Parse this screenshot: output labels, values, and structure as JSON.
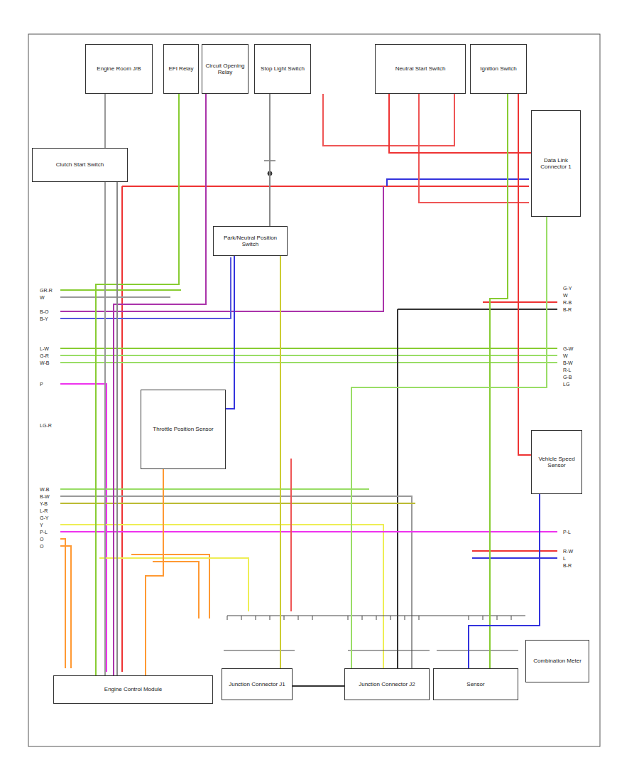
{
  "diagram": {
    "nodes": [
      {
        "text": [
          "Engine Room J/B"
        ]
      },
      {
        "text": [
          "EFI Relay"
        ]
      },
      {
        "text": [
          "Circuit Opening Relay"
        ]
      },
      {
        "text": [
          "Stop Light Switch"
        ]
      },
      {
        "text": [
          "Neutral Start Switch"
        ]
      },
      {
        "text": [
          "Ignition Switch"
        ]
      },
      {
        "text": [
          "Data Link Connector 1"
        ]
      },
      {
        "text": [
          "Clutch Start Switch"
        ]
      },
      {
        "text": [
          "Park/Neutral Position Switch"
        ]
      },
      {
        "text": [
          "Throttle Position Sensor"
        ]
      },
      {
        "text": [
          "Vehicle Speed Sensor"
        ]
      },
      {
        "text": [
          "Engine Control Module"
        ]
      },
      {
        "text": [
          "Junction Connector J1"
        ]
      },
      {
        "text": [
          "Junction Connector J2"
        ]
      },
      {
        "text": [
          "Sensor"
        ]
      },
      {
        "text": [
          "Combination Meter"
        ]
      }
    ],
    "edges": [
      {
        "from": 0,
        "to": 11,
        "arrow": "none"
      },
      {
        "from": 1,
        "to": 11,
        "arrow": "none"
      },
      {
        "from": 2,
        "to": 11,
        "arrow": "none"
      },
      {
        "from": 3,
        "to": 8,
        "arrow": "none"
      },
      {
        "from": 8,
        "to": 12,
        "arrow": "none"
      },
      {
        "from": 8,
        "to": 9,
        "arrow": "none"
      },
      {
        "from": 4,
        "to": 6,
        "arrow": "none"
      },
      {
        "from": 5,
        "to": 14,
        "arrow": "none"
      },
      {
        "from": 5,
        "to": 10,
        "arrow": "none"
      },
      {
        "from": 10,
        "to": 14,
        "arrow": "none"
      },
      {
        "from": 7,
        "to": 11,
        "arrow": "none"
      },
      {
        "from": 9,
        "to": 11,
        "arrow": "none"
      },
      {
        "from": 12,
        "to": 13,
        "arrow": "none"
      },
      {
        "from": 6,
        "to": 13,
        "arrow": "none"
      }
    ],
    "labels": [
      "GR-R",
      "W",
      "B-O",
      "B-Y",
      "L-W",
      "G-R",
      "W-B",
      "P",
      "LG-R",
      "W-B",
      "B-W",
      "Y-B",
      "L-R",
      "G-Y",
      "Y",
      "P-L",
      "O",
      "O",
      "G-Y",
      "W",
      "R-B",
      "B-R",
      "G-W",
      "W",
      "B-W",
      "R-L",
      "G-B",
      "LG",
      "P-L",
      "R-W",
      "L",
      "B-R"
    ]
  }
}
